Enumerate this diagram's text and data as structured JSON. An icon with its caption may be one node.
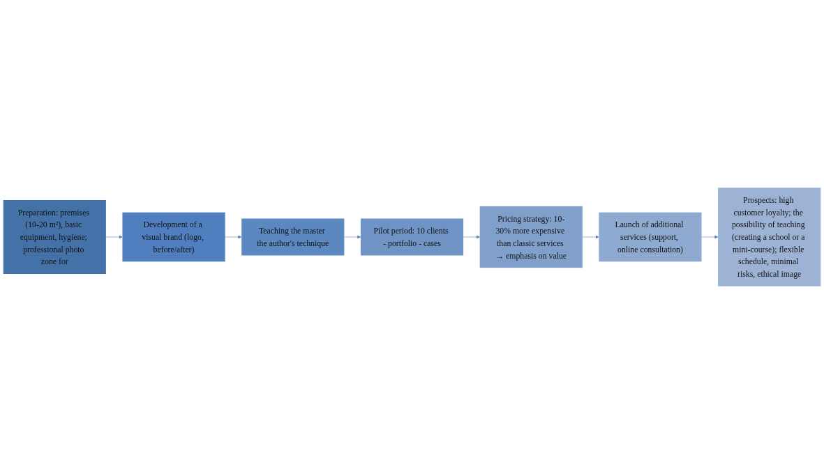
{
  "diagram": {
    "nodes": [
      {
        "text": [
          "Preparation: premises (10-20 m²), basic equipment, hygiene; professional photo zone for"
        ]
      },
      {
        "text": [
          "Development of a visual brand (logo, before/after)"
        ]
      },
      {
        "text": [
          "Teaching the master the author's technique"
        ]
      },
      {
        "text": [
          "Pilot period: 10 clients - portfolio - cases"
        ]
      },
      {
        "text": [
          "Pricing strategy: 10-30% more expensive than classic services → emphasis on value"
        ]
      },
      {
        "text": [
          "Launch of additional services (support, online consultation)"
        ]
      },
      {
        "text": [
          "Prospects: high customer loyalty; the possibility of teaching (creating a school or a mini-course); flexible schedule, minimal risks, ethical image"
        ]
      }
    ],
    "edges": [
      {
        "from": 0,
        "to": 1,
        "arrow": "to"
      },
      {
        "from": 1,
        "to": 2,
        "arrow": "to"
      },
      {
        "from": 2,
        "to": 3,
        "arrow": "to"
      },
      {
        "from": 3,
        "to": 4,
        "arrow": "to"
      },
      {
        "from": 4,
        "to": 5,
        "arrow": "to"
      },
      {
        "from": 5,
        "to": 6,
        "arrow": "to"
      }
    ]
  }
}
